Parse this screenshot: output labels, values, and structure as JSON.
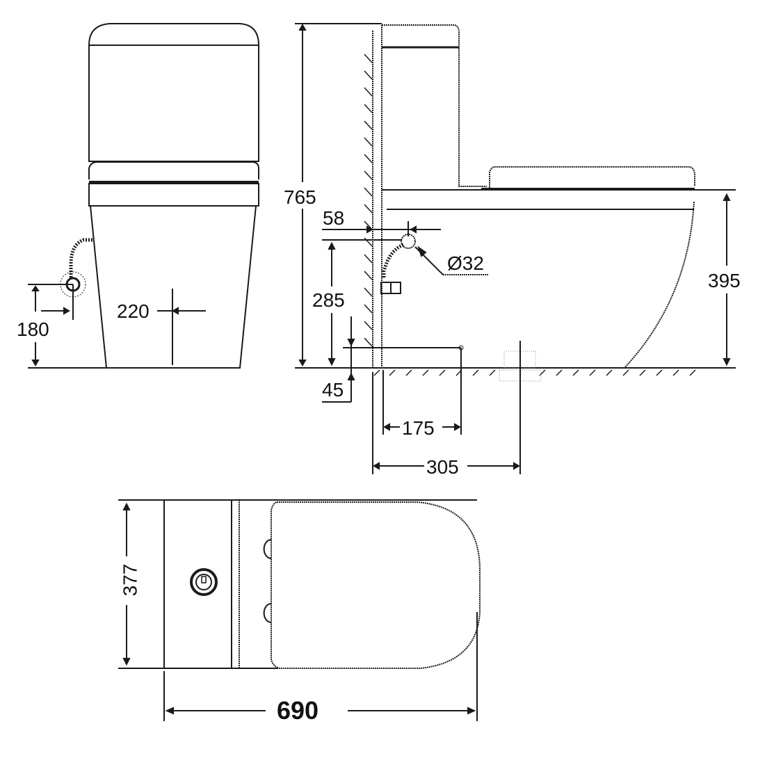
{
  "drawing": {
    "subject": "One-piece toilet technical dimension drawing",
    "units": "mm",
    "views": [
      {
        "id": "front-view",
        "name": "Front view"
      },
      {
        "id": "side-view",
        "name": "Side view"
      },
      {
        "id": "top-view",
        "name": "Top view"
      }
    ]
  },
  "dimensions": {
    "front": {
      "inlet_height": "180",
      "inlet_offset": "220"
    },
    "side": {
      "total_height": "765",
      "inlet_wall_offset": "58",
      "inlet_pipe_diameter": "Ø32",
      "inlet_height": "285",
      "seat_height": "395",
      "floor_connection_height": "45",
      "inlet_horizontal": "175",
      "outlet_rough_in": "305"
    },
    "top": {
      "width": "377",
      "length": "690"
    }
  },
  "colors": {
    "line": "#1a1a1a",
    "background": "#ffffff"
  }
}
